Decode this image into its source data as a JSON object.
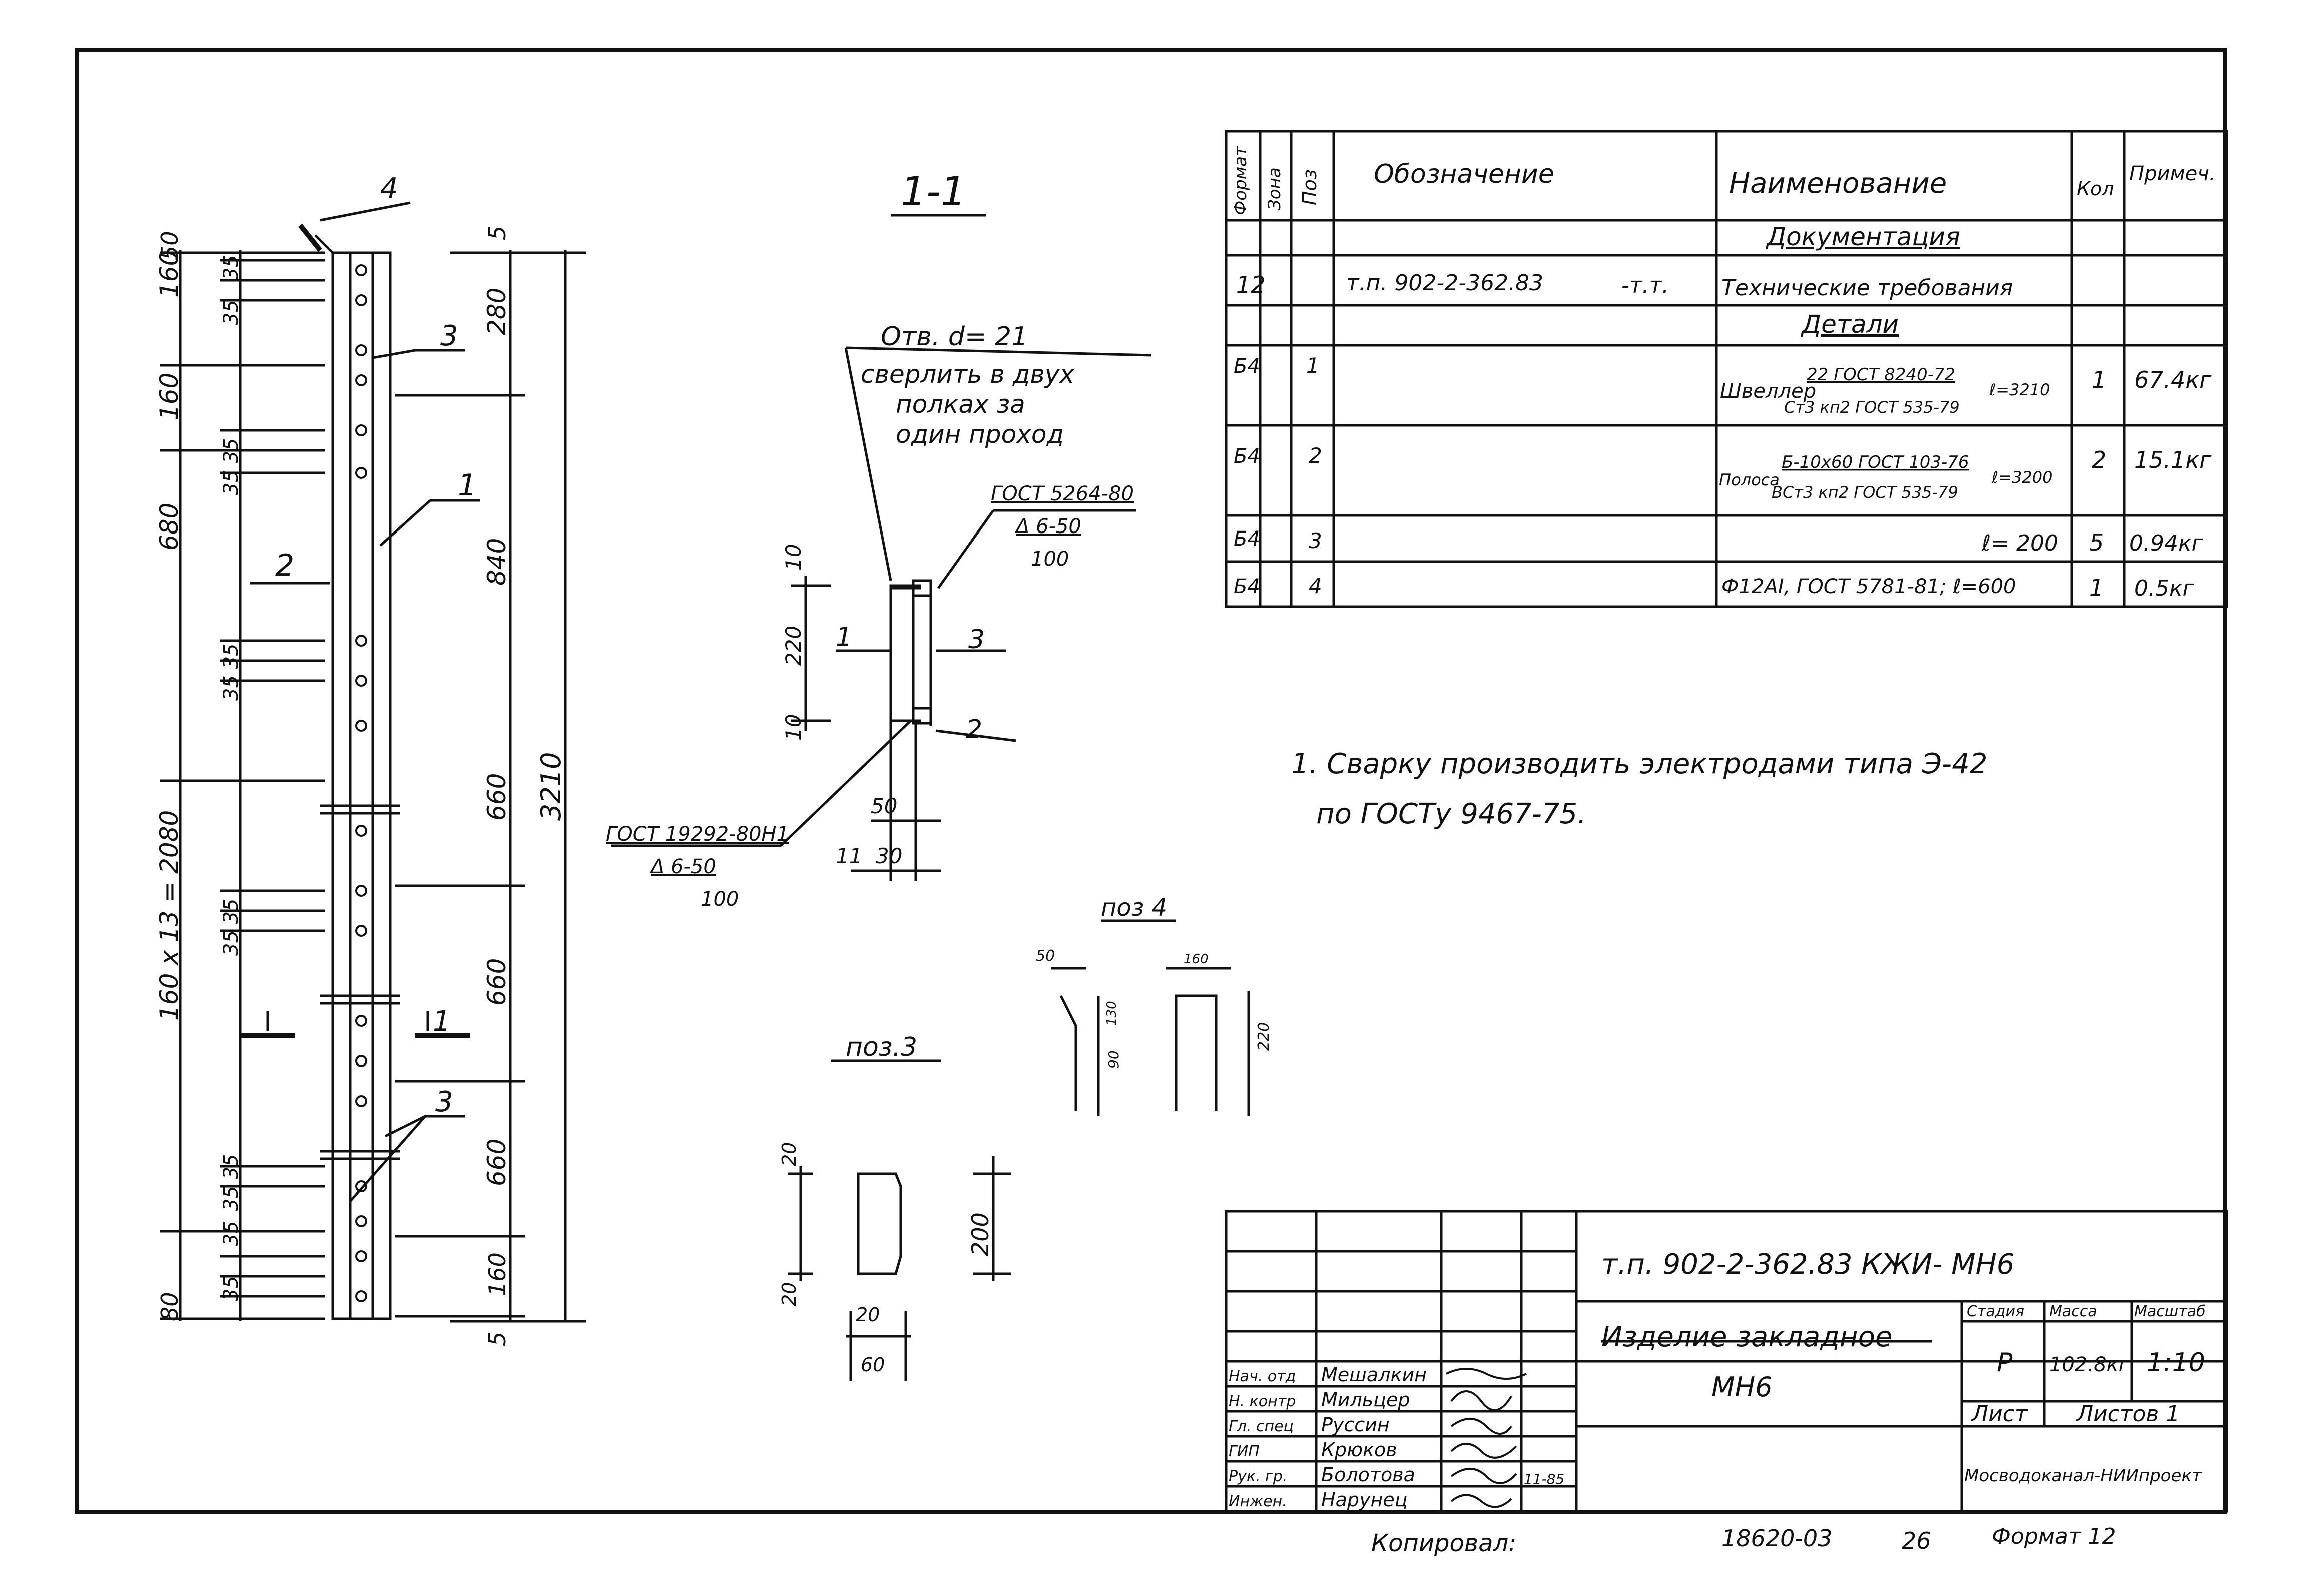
{
  "spec_table": {
    "headers": {
      "format": "Формат",
      "zone": "Зона",
      "pos": "Поз",
      "designation": "Обозначение",
      "name": "Наименование",
      "qty": "Кол",
      "note": "Примеч."
    },
    "sections": {
      "docs": "Документация",
      "parts": "Детали"
    },
    "rows": [
      {
        "format": "12",
        "pos": "",
        "designation": "т.п. 902-2-362.83",
        "designation_suffix": "-т.т.",
        "name": "Технические требования",
        "qty": "",
        "note": ""
      },
      {
        "format": "Б4",
        "pos": "1",
        "designation": "",
        "name_main": "Швеллер",
        "name_top": "22 ГОСТ 8240-72",
        "name_bottom": "Ст3 кп2 ГОСТ 535-79",
        "name_len": "ℓ=3210",
        "qty": "1",
        "note": "67.4кг"
      },
      {
        "format": "Б4",
        "pos": "2",
        "designation": "",
        "name_main": "Полоса",
        "name_top": "Б-10х60 ГОСТ 103-76",
        "name_bottom": "ВСт3 кп2 ГОСТ 535-79",
        "name_len": "ℓ=3200",
        "qty": "2",
        "note": "15.1кг"
      },
      {
        "format": "Б4",
        "pos": "3",
        "designation": "",
        "name": "ℓ= 200",
        "qty": "5",
        "note": "0.94кг"
      },
      {
        "format": "Б4",
        "pos": "4",
        "designation": "",
        "name": "Ф12АI, ГОСТ 5781-81; ℓ=600",
        "qty": "1",
        "note": "0.5кг"
      }
    ]
  },
  "notes": {
    "line1": "1. Сварку производить электродами типа Э-42",
    "line2": "по ГОСТу 9467-75."
  },
  "section": {
    "title": "1-1",
    "hole_note1": "Отв. d= 21",
    "hole_note2": "сверлить в двух",
    "hole_note3": "полках за",
    "hole_note4": "один проход",
    "weld_top_std": "ГОСТ 5264-80",
    "weld_top_sym": "Δ 6-50",
    "weld_top_step": "100",
    "weld_bot_std": "ГОСТ 19292-80Н1",
    "weld_bot_sym": "Δ 6-50",
    "weld_bot_step": "100",
    "dim_10a": "10",
    "dim_220": "220",
    "dim_10b": "10",
    "dim_50": "50",
    "dim_11": "11",
    "dim_30": "30",
    "lbl_1": "1",
    "lbl_2": "2",
    "lbl_3": "3"
  },
  "pos3": {
    "title": "поз.3",
    "dim_20a": "20",
    "dim_20b": "20",
    "dim_200": "200",
    "dim_20c": "20",
    "dim_60": "60"
  },
  "pos4": {
    "title": "поз 4",
    "dim_50": "50",
    "dim_160": "160",
    "dim_130": "130",
    "dim_90": "90",
    "dim_220": "220"
  },
  "elevation": {
    "left_dims": [
      "160",
      "50",
      "160",
      "680",
      "160 x 13 = 2080",
      "80"
    ],
    "pitch_dims": [
      "35",
      "35",
      "35 35",
      "35 35",
      "35 35",
      "35 35",
      "35",
      "35"
    ],
    "right_dims": [
      "5",
      "280",
      "840",
      "660",
      "660",
      "660",
      "160",
      "5"
    ],
    "overall": "3210",
    "callouts": [
      "4",
      "3",
      "1",
      "2",
      "3"
    ],
    "cut_mark": "1"
  },
  "title_block": {
    "code": "т.п. 902-2-362.83 КЖИ- МН6",
    "name1": "Изделие закладное",
    "name2": "МН6",
    "stage_hdr": "Стадия",
    "mass_hdr": "Масса",
    "scale_hdr": "Масштаб",
    "stage": "Р",
    "mass": "102.8кг",
    "scale": "1:10",
    "sheet": "Лист",
    "sheets": "Листов 1",
    "org": "Мосводоканал-НИИпроект",
    "roles": [
      {
        "role": "Нач. отд",
        "name": "Мешалкин"
      },
      {
        "role": "Н. контр",
        "name": "Мильцер"
      },
      {
        "role": "Гл. спец",
        "name": "Руссин"
      },
      {
        "role": "ГИП",
        "name": "Крюков"
      },
      {
        "role": "Рук. гр.",
        "name": "Болотова"
      },
      {
        "role": "Инжен.",
        "name": "Нарунец"
      }
    ],
    "sign_date": "11-85"
  },
  "footer": {
    "copied": "Копировал:",
    "inv": "18620-03",
    "page": "26",
    "format": "Формат 12"
  }
}
